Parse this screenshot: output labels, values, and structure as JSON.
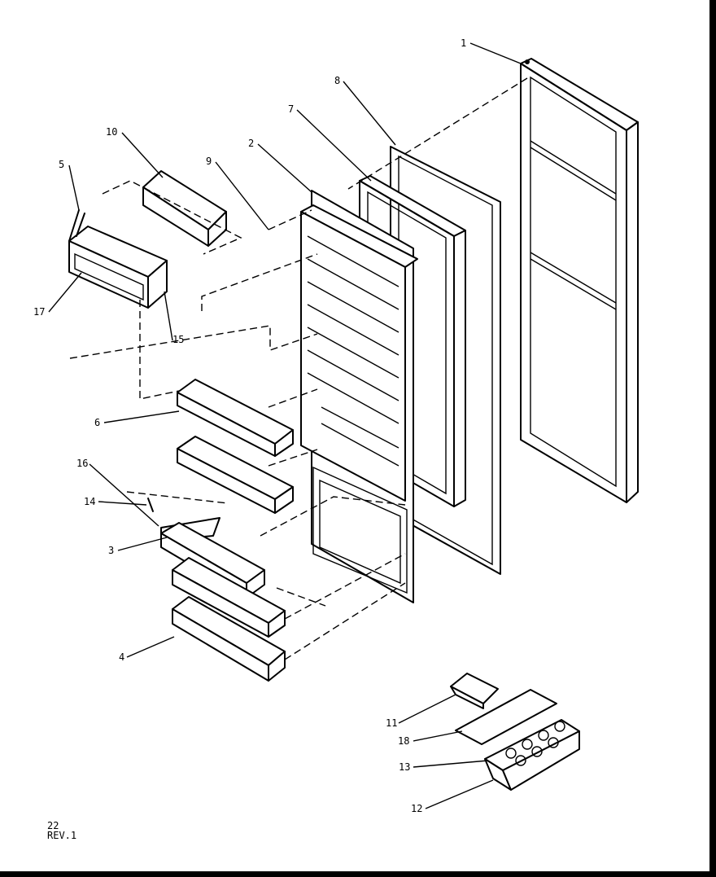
{
  "callouts": [
    {
      "id": "c1",
      "text": "1"
    },
    {
      "id": "c2",
      "text": "2"
    },
    {
      "id": "c3",
      "text": "3"
    },
    {
      "id": "c4",
      "text": "4"
    },
    {
      "id": "c5",
      "text": "5"
    },
    {
      "id": "c6",
      "text": "6"
    },
    {
      "id": "c7",
      "text": "7"
    },
    {
      "id": "c8",
      "text": "8"
    },
    {
      "id": "c9",
      "text": "9"
    },
    {
      "id": "c10",
      "text": "10"
    },
    {
      "id": "c11",
      "text": "11"
    },
    {
      "id": "c12",
      "text": "12"
    },
    {
      "id": "c13",
      "text": "13"
    },
    {
      "id": "c14",
      "text": "14"
    },
    {
      "id": "c15",
      "text": "15"
    },
    {
      "id": "c16",
      "text": "16"
    },
    {
      "id": "c17",
      "text": "17"
    },
    {
      "id": "c18",
      "text": "18"
    }
  ],
  "footer": {
    "page": "22",
    "revision": "REV.1"
  }
}
